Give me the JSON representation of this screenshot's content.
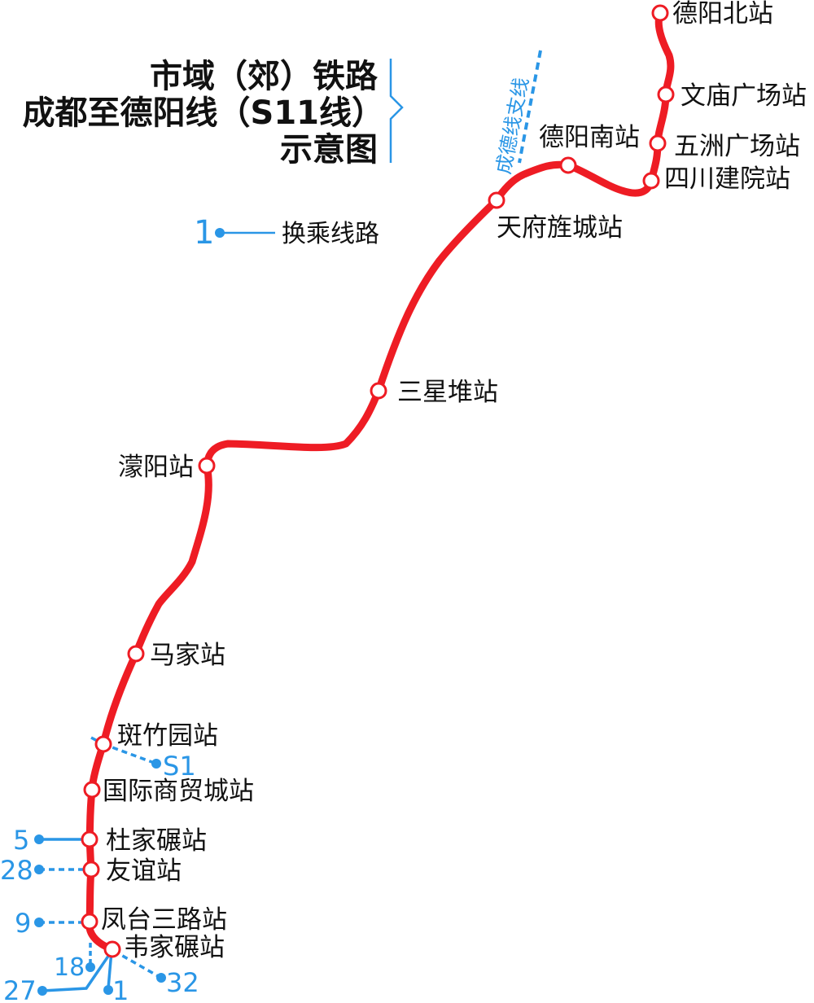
{
  "title": {
    "line1": "市域（郊）铁路",
    "line2": "成都至德阳线（S11线）",
    "line3": "示意图"
  },
  "legend": {
    "number": "1",
    "label": "换乘线路"
  },
  "branch_label": "成德线支线",
  "colors": {
    "main_line": "#ee1c24",
    "transfer": "#2a96e6",
    "text": "#111111",
    "station_fill": "#ffffff"
  },
  "stations": [
    {
      "id": "deyang-north",
      "name": "德阳北站"
    },
    {
      "id": "wenmiao-square",
      "name": "文庙广场站"
    },
    {
      "id": "wuzhou-square",
      "name": "五洲广场站"
    },
    {
      "id": "sichuan-jianyuan",
      "name": "四川建院站"
    },
    {
      "id": "deyang-south",
      "name": "德阳南站"
    },
    {
      "id": "tianfu-jingcheng",
      "name": "天府旌城站"
    },
    {
      "id": "sanxingdui",
      "name": "三星堆站"
    },
    {
      "id": "mengyang",
      "name": "濛阳站"
    },
    {
      "id": "majia",
      "name": "马家站"
    },
    {
      "id": "banzhuyuan",
      "name": "斑竹园站"
    },
    {
      "id": "guoji-shangmaocheng",
      "name": "国际商贸城站"
    },
    {
      "id": "dujianian",
      "name": "杜家碾站"
    },
    {
      "id": "youyi",
      "name": "友谊站"
    },
    {
      "id": "fengtai-sanlu",
      "name": "凤台三路站"
    },
    {
      "id": "weijianian",
      "name": "韦家碾站"
    }
  ],
  "transfers": [
    {
      "label": "S1",
      "station": "banzhuyuan",
      "style": "dashed"
    },
    {
      "label": "5",
      "station": "dujianian",
      "style": "solid"
    },
    {
      "label": "28",
      "station": "youyi",
      "style": "dashed"
    },
    {
      "label": "9",
      "station": "fengtai-sanlu",
      "style": "dashed"
    },
    {
      "label": "18",
      "station": "weijianian",
      "style": "dashed"
    },
    {
      "label": "27",
      "station": "weijianian",
      "style": "solid"
    },
    {
      "label": "1",
      "station": "weijianian",
      "style": "solid"
    },
    {
      "label": "32",
      "station": "weijianian",
      "style": "dashed"
    }
  ]
}
